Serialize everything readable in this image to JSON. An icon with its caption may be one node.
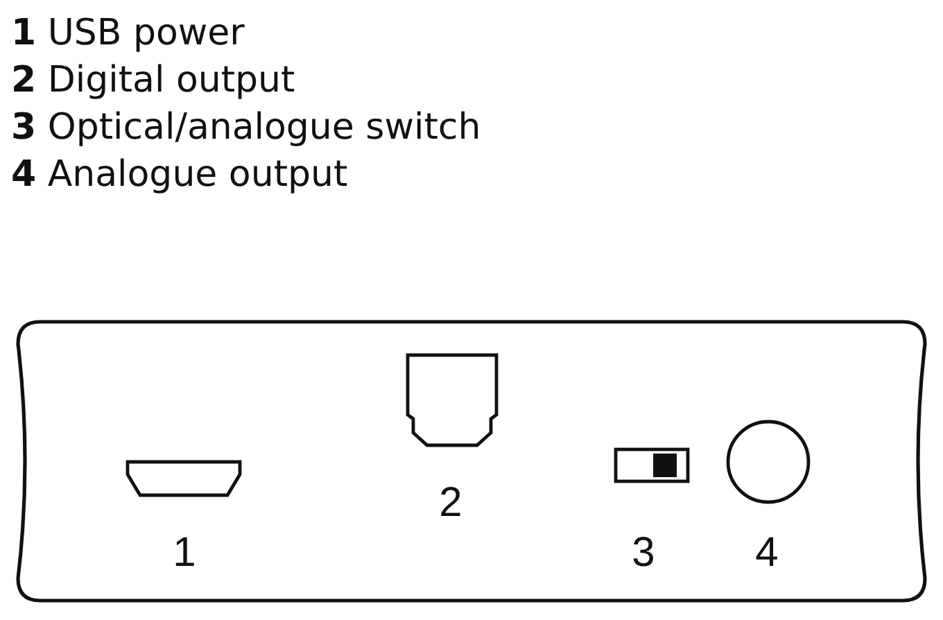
{
  "diagram": {
    "nodes": [
      {
        "text": [
          "1",
          "2",
          "3",
          "4"
        ]
      }
    ],
    "labels": [
      "**1** USB power",
      "**2** Digital output",
      "**3** Optical/analogue switch",
      "**4** Analogue output"
    ]
  }
}
